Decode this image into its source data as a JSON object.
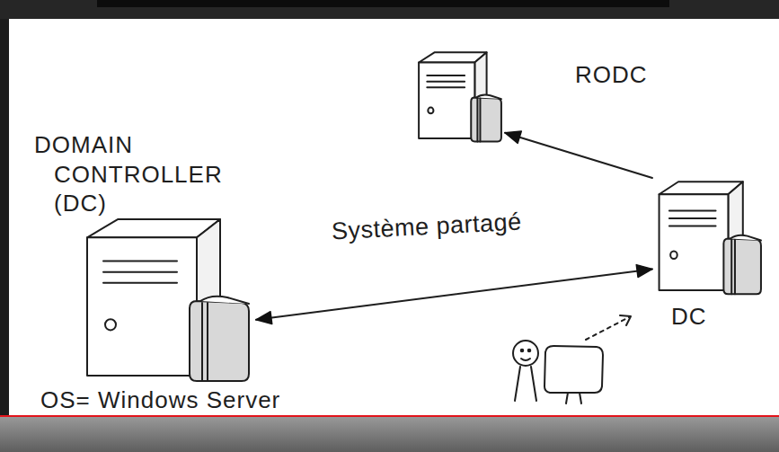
{
  "diagram": {
    "nodes": [
      {
        "text": [
          "DOMAIN CONTROLLER (DC)",
          "OS= Windows Server"
        ]
      },
      {
        "text": [
          "RODC"
        ]
      },
      {
        "text": [
          "DC"
        ]
      }
    ],
    "edges": [
      {
        "from": 0,
        "to": 2,
        "label": "Système partagé",
        "arrow": "both"
      },
      {
        "from": 2,
        "to": 1,
        "arrow": "to"
      }
    ]
  }
}
